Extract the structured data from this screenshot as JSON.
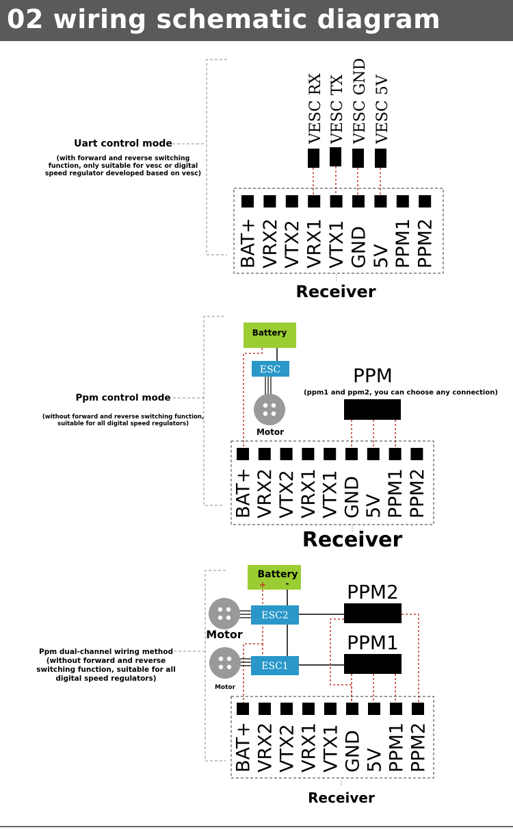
{
  "header": {
    "title": "02 wiring schematic diagram"
  },
  "pins": [
    "BAT+",
    "VRX2",
    "VTX2",
    "VRX1",
    "VTX1",
    "GND",
    "5V",
    "PPM1",
    "PPM2"
  ],
  "receiver_label": "Receiver",
  "uart": {
    "title": "Uart control mode",
    "desc_lines": [
      "(with forward and reverse switching",
      "function, only suitable for vesc or digital",
      "speed regulator developed based on vesc)"
    ],
    "vesc_labels": [
      "VESC RX",
      "VESC TX",
      "VESC GND",
      "VESC 5V"
    ]
  },
  "ppm_mode": {
    "title": "Ppm control mode",
    "desc_lines": [
      "(without forward and reverse switching function,",
      "suitable for all digital speed regulators)"
    ],
    "battery": "Battery",
    "esc": "ESC",
    "motor": "Motor",
    "ppm_title": "PPM",
    "ppm_note": "(ppm1 and ppm2, you can choose any connection)"
  },
  "dual": {
    "title_lines": [
      "Ppm dual-channel wiring method",
      "(without forward and reverse",
      "switching function, suitable for all",
      "digital speed regulators)"
    ],
    "battery": "Battery",
    "plus": "+",
    "minus": "-",
    "esc2": "ESC2",
    "esc1": "ESC1",
    "motor_top": "Motor",
    "motor_bottom": "Motor",
    "ppm2": "PPM2",
    "ppm1": "PPM1"
  }
}
